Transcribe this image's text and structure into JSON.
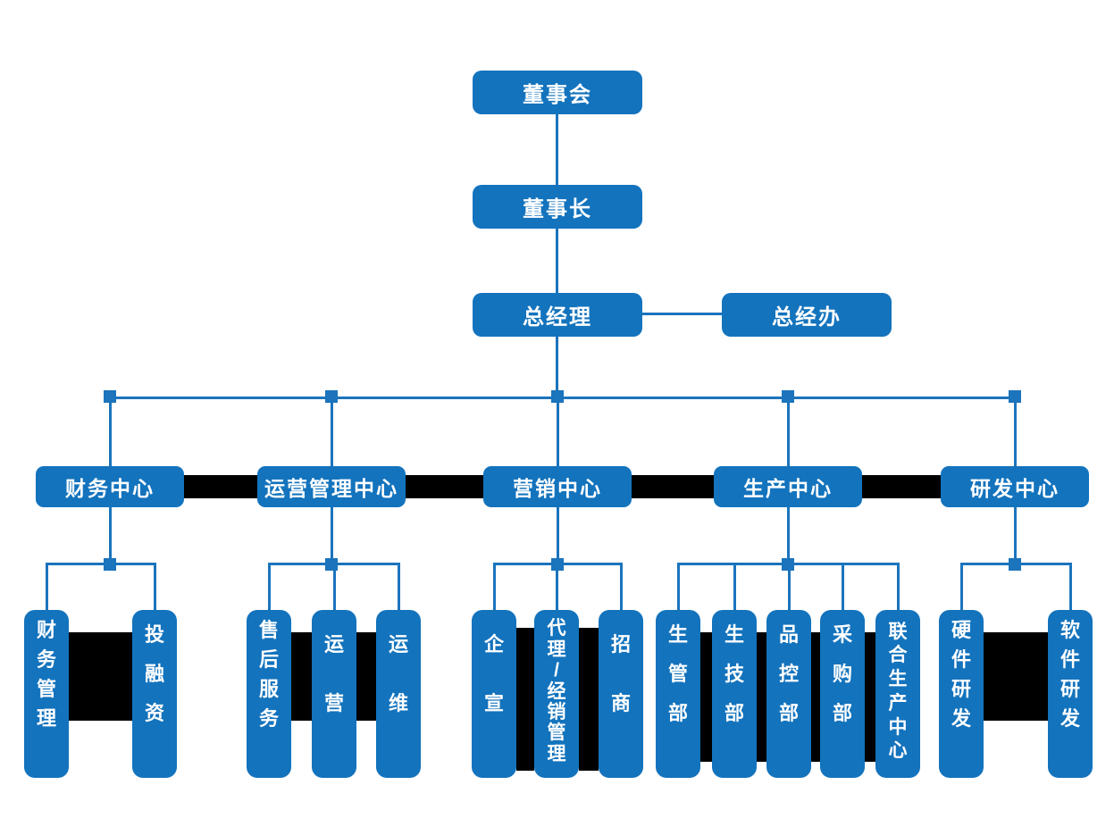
{
  "diagram": {
    "type": "org-chart",
    "colors": {
      "node_blue": "#1373BD",
      "line_blue": "#1B74BC",
      "bar_black": "#000000",
      "text_white": "#FFFFFF",
      "background": "#FFFFFF"
    }
  },
  "nodes": {
    "board": "董事会",
    "chairman": "董事长",
    "general_manager": "总经理",
    "gm_office": "总经办"
  },
  "centers": [
    {
      "label": "财务中心",
      "children": [
        "财务管理",
        "投融资"
      ]
    },
    {
      "label": "运营管理中心",
      "children": [
        "售后服务",
        "运营",
        "运维"
      ]
    },
    {
      "label": "营销中心",
      "children": [
        "企宣",
        "代理/经销管理",
        "招商"
      ]
    },
    {
      "label": "生产中心",
      "children": [
        "生管部",
        "生技部",
        "品控部",
        "采购部",
        "联合生产中心"
      ]
    },
    {
      "label": "研发中心",
      "children": [
        "硬件研发",
        "软件研发"
      ]
    }
  ]
}
